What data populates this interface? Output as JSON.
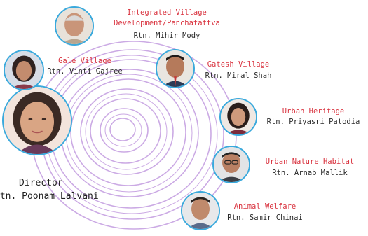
{
  "director": {
    "role": "Director",
    "name": "Rtn. Poonam Lalvani"
  },
  "members": [
    {
      "role": "Integrated Village Development/Panchatattva",
      "role_line1": "Integrated Village",
      "role_line2": "Development/Panchatattva",
      "name": "Rtn. Mihir Mody"
    },
    {
      "role": "Gale Village",
      "name": "Rtn. Vinti Gajree"
    },
    {
      "role": "Gatesh Village",
      "name": "Rtn. Miral Shah"
    },
    {
      "role": "Urban Heritage",
      "name": "Rtn. Priyasri Patodia"
    },
    {
      "role": "Urban Nature Habitat",
      "name": "Rtn. Arnab Mallik"
    },
    {
      "role": "Animal Welfare",
      "name": "Rtn. Samir Chinai"
    }
  ],
  "colors": {
    "role_text": "#d9333f",
    "avatar_ring": "#3aa9dc",
    "spiral": "#b88ad6"
  },
  "icons": [
    "portrait-photo",
    "spiral-rings"
  ]
}
